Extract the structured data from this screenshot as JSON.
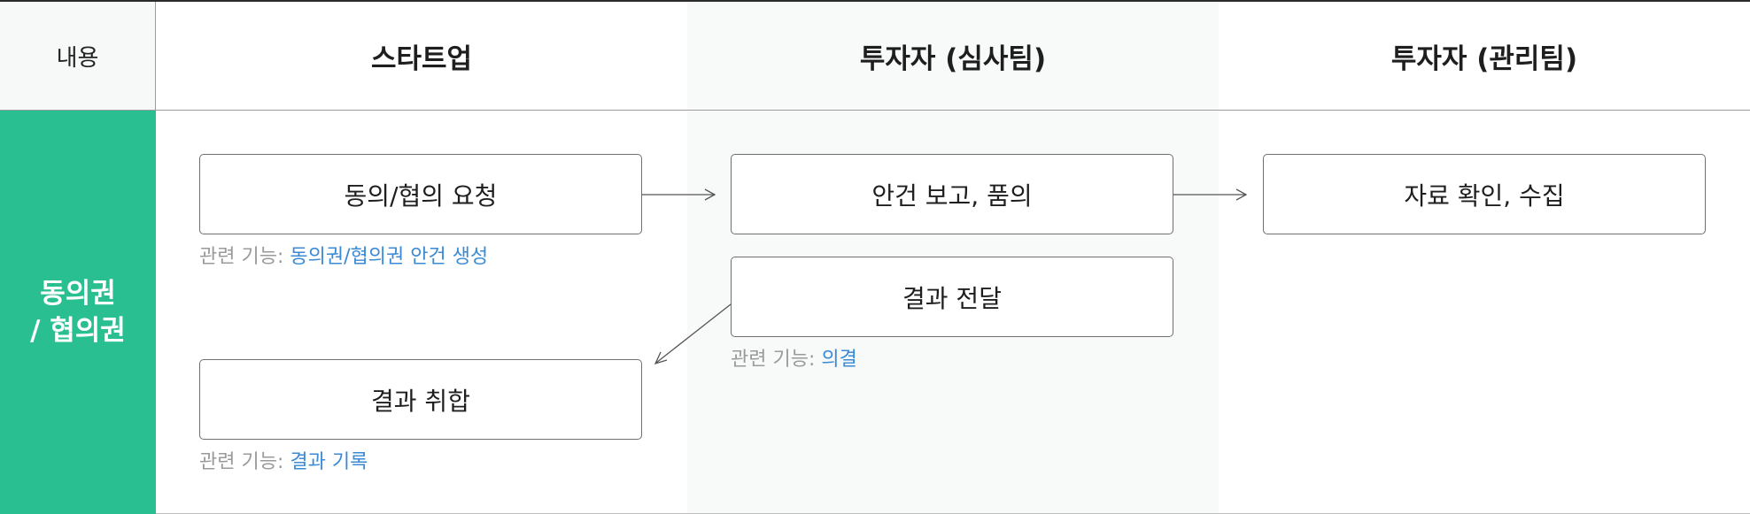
{
  "header": {
    "row_label": "내용",
    "columns": [
      "스타트업",
      "투자자 (심사팀)",
      "투자자 (관리팀)"
    ]
  },
  "row": {
    "label_line1": "동의권",
    "label_line2": "/ 협의권"
  },
  "boxes": {
    "request": "동의/협의 요청",
    "report": "안건 보고, 품의",
    "collect": "자료 확인, 수집",
    "deliver": "결과 전달",
    "aggregate": "결과 취합"
  },
  "captions": {
    "label": "관련 기능:",
    "request_link": "동의권/협의권 안건 생성",
    "deliver_link": "의결",
    "aggregate_link": "결과 기록"
  },
  "colors": {
    "accent_green": "#29bf90",
    "link_blue": "#3a8ad6",
    "column_shade": "#f8f9f9"
  }
}
